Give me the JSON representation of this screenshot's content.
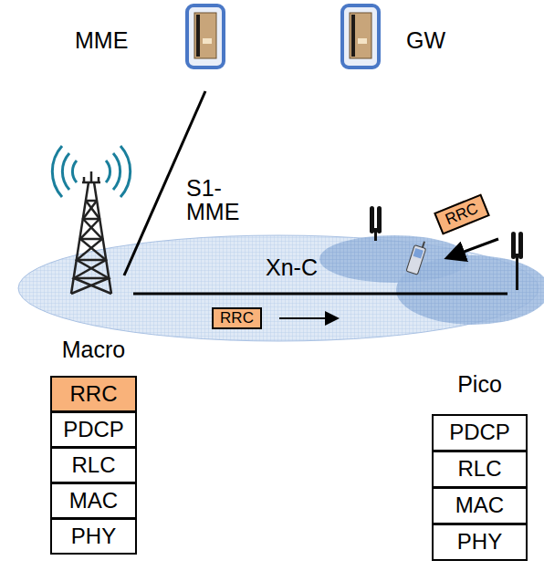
{
  "diagram": {
    "nodes": [
      {
        "text": [
          "RRC"
        ]
      },
      {
        "text": [
          "RRC"
        ]
      },
      {
        "text": [
          "Macro"
        ]
      },
      {
        "text": [
          "RRC"
        ],
        "in": 2
      },
      {
        "text": [
          "PDCP"
        ],
        "in": 2
      },
      {
        "text": [
          "RLC"
        ],
        "in": 2
      },
      {
        "text": [
          "MAC"
        ],
        "in": 2
      },
      {
        "text": [
          "PHY"
        ],
        "in": 2
      },
      {
        "text": [
          "Pico"
        ]
      },
      {
        "text": [
          "PDCP"
        ],
        "in": 8
      },
      {
        "text": [
          "RLC"
        ],
        "in": 8
      },
      {
        "text": [
          "MAC"
        ],
        "in": 8
      },
      {
        "text": [
          "PHY"
        ],
        "in": 8
      }
    ],
    "labels": [
      "MME",
      "GW",
      "S1-MME",
      "Xn-C"
    ]
  }
}
